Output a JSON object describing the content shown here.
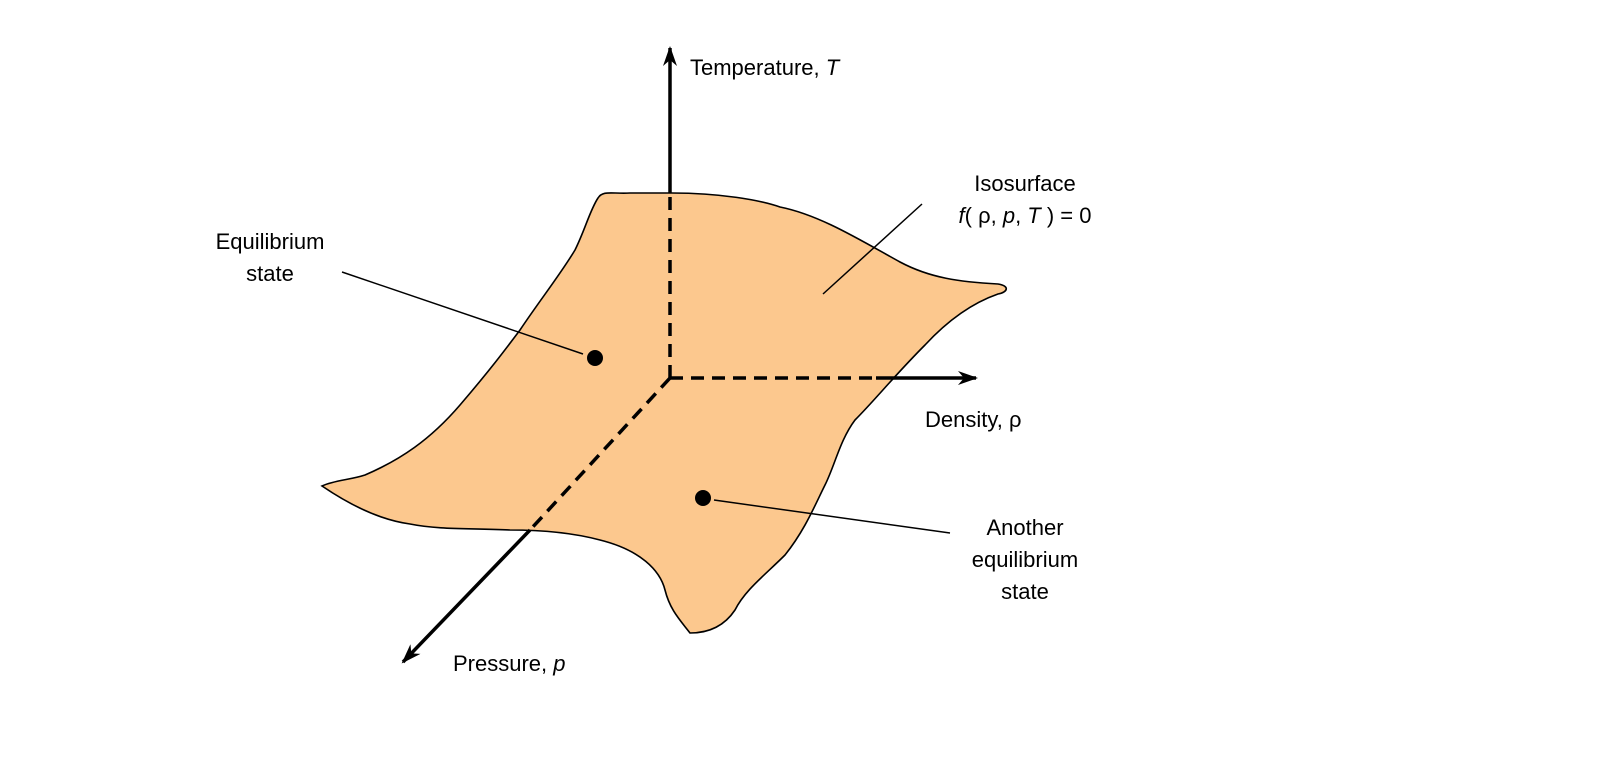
{
  "colors": {
    "surface": "#FCC88E",
    "ink": "#000000"
  },
  "axes": {
    "temperature": {
      "label": "Temperature, ",
      "symbol": "T"
    },
    "density": {
      "label": "Density, ρ"
    },
    "pressure": {
      "label": "Pressure, ",
      "symbol": "p"
    }
  },
  "annotations": {
    "isosurface": {
      "line1": "Isosurface",
      "line2_f": "f",
      "line2_rest": "( ρ, ",
      "line2_p": "p",
      "line2_comma": ", ",
      "line2_T": "T",
      "line2_end": " ) = 0"
    },
    "equilibrium": {
      "line1": "Equilibrium",
      "line2": "state"
    },
    "another": {
      "line1": "Another",
      "line2": "equilibrium",
      "line3": "state"
    }
  }
}
